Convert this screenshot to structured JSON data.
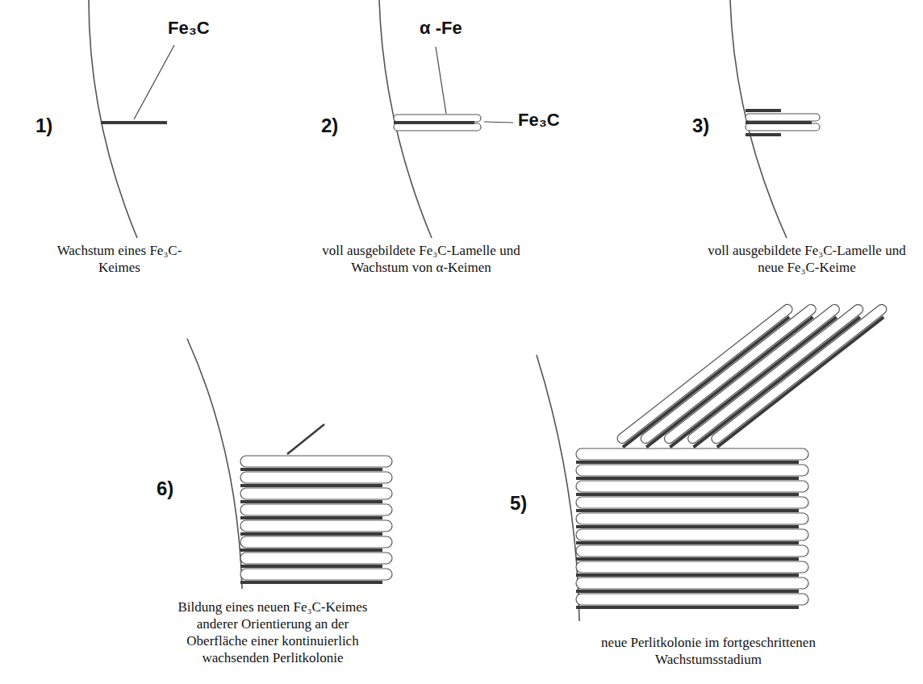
{
  "diagram": {
    "labels": [
      "1)",
      "Fe₃C",
      "Wachstum eines Fe₃C-Keimes",
      "2)",
      "α -Fe",
      "Fe₃C",
      "voll ausgebildete Fe₃C-Lamelle und Wachstum von α-Keimen",
      "3)",
      "voll ausgebildete Fe₃C-Lamelle und neue Fe₃C-Keime",
      "6)",
      "Bildung eines neuen Fe₃C-Keimes anderer Orientierung an der Oberfläche einer kontinuierlich wachsenden Perlitkolonie",
      "5)",
      "neue Perlitkolonie im fortgeschrittenen Wachstumsstadium"
    ]
  }
}
